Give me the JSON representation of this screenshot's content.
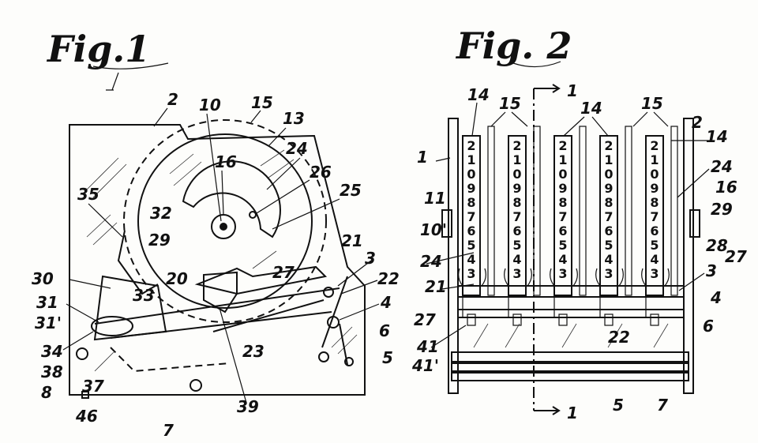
{
  "fig1": {
    "title": "Fig.1",
    "labels": [
      {
        "key": "2",
        "text": "2"
      },
      {
        "key": "10",
        "text": "10"
      },
      {
        "key": "15",
        "text": "15"
      },
      {
        "key": "13",
        "text": "13"
      },
      {
        "key": "24",
        "text": "24"
      },
      {
        "key": "16",
        "text": "16"
      },
      {
        "key": "26",
        "text": "26"
      },
      {
        "key": "25",
        "text": "25"
      },
      {
        "key": "35",
        "text": "35"
      },
      {
        "key": "32",
        "text": "32"
      },
      {
        "key": "29",
        "text": "29"
      },
      {
        "key": "21",
        "text": "21"
      },
      {
        "key": "3",
        "text": "3"
      },
      {
        "key": "22",
        "text": "22"
      },
      {
        "key": "30",
        "text": "30"
      },
      {
        "key": "20",
        "text": "20"
      },
      {
        "key": "27",
        "text": "27"
      },
      {
        "key": "31",
        "text": "31"
      },
      {
        "key": "33",
        "text": "33"
      },
      {
        "key": "4",
        "text": "4"
      },
      {
        "key": "31p",
        "text": "31'"
      },
      {
        "key": "6",
        "text": "6"
      },
      {
        "key": "34",
        "text": "34"
      },
      {
        "key": "23",
        "text": "23"
      },
      {
        "key": "5",
        "text": "5"
      },
      {
        "key": "38",
        "text": "38"
      },
      {
        "key": "8",
        "text": "8"
      },
      {
        "key": "37",
        "text": "37"
      },
      {
        "key": "39",
        "text": "39"
      },
      {
        "key": "46",
        "text": "46"
      },
      {
        "key": "7",
        "text": "7"
      }
    ]
  },
  "fig2": {
    "title": "Fig. 2",
    "labels": [
      {
        "key": "14a",
        "text": "14"
      },
      {
        "key": "15a",
        "text": "15"
      },
      {
        "key": "1top",
        "text": "1"
      },
      {
        "key": "14b",
        "text": "14"
      },
      {
        "key": "15b",
        "text": "15"
      },
      {
        "key": "2",
        "text": "2"
      },
      {
        "key": "14c",
        "text": "14"
      },
      {
        "key": "1left",
        "text": "1"
      },
      {
        "key": "24r",
        "text": "24"
      },
      {
        "key": "11",
        "text": "11"
      },
      {
        "key": "16",
        "text": "16"
      },
      {
        "key": "29",
        "text": "29"
      },
      {
        "key": "10p",
        "text": "10'"
      },
      {
        "key": "28",
        "text": "28"
      },
      {
        "key": "24l",
        "text": "24"
      },
      {
        "key": "27r",
        "text": "27"
      },
      {
        "key": "21",
        "text": "21"
      },
      {
        "key": "3",
        "text": "3"
      },
      {
        "key": "4",
        "text": "4"
      },
      {
        "key": "27l",
        "text": "27"
      },
      {
        "key": "6",
        "text": "6"
      },
      {
        "key": "22",
        "text": "22"
      },
      {
        "key": "41",
        "text": "41"
      },
      {
        "key": "41p",
        "text": "41'"
      },
      {
        "key": "1bot",
        "text": "1"
      },
      {
        "key": "5",
        "text": "5"
      },
      {
        "key": "7",
        "text": "7"
      }
    ],
    "wheel_digits": [
      "2",
      "1",
      "0",
      "9",
      "8",
      "7",
      "6",
      "5",
      "4",
      "3"
    ]
  }
}
